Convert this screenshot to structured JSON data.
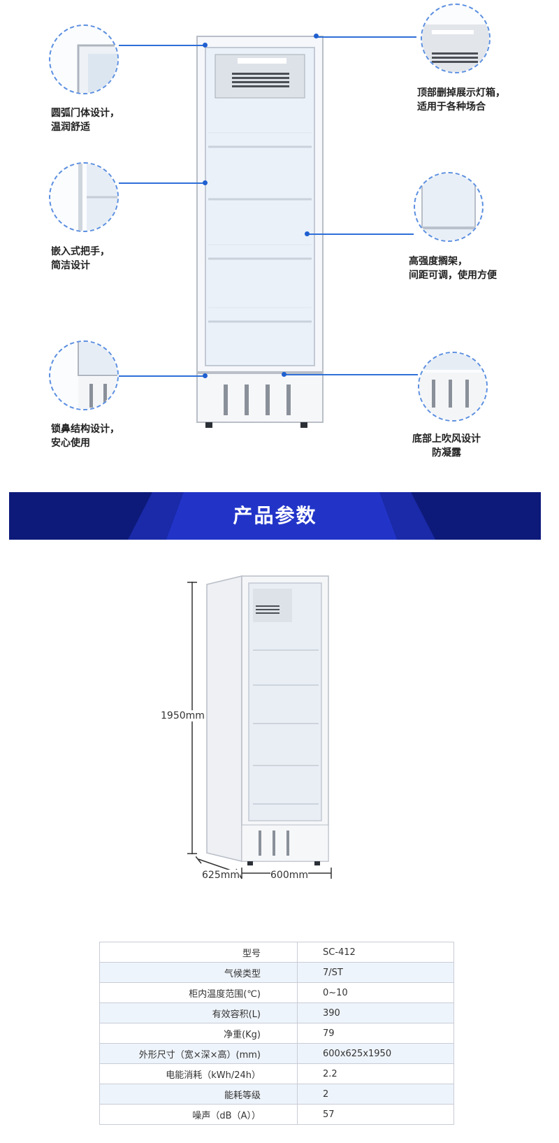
{
  "features": [
    {
      "id": "door",
      "text": [
        "圆弧门体设计，",
        "温润舒适"
      ]
    },
    {
      "id": "light",
      "text": [
        "顶部删掉展示灯箱，",
        "适用于各种场合"
      ]
    },
    {
      "id": "handle",
      "text": [
        "嵌入式把手，",
        "简洁设计"
      ]
    },
    {
      "id": "shelf",
      "text": [
        "高强度搁架，",
        "间距可调，使用方便"
      ]
    },
    {
      "id": "lock",
      "text": [
        "锁鼻结构设计，",
        "安心使用"
      ]
    },
    {
      "id": "airflow",
      "text": [
        "底部上吹风设计",
        "防凝露"
      ]
    }
  ],
  "banner": {
    "title": "产品参数"
  },
  "dimensions": {
    "height": "1950mm",
    "depth": "625mm",
    "width": "600mm"
  },
  "specs": {
    "rows": [
      {
        "label": "型号",
        "value": "SC-412"
      },
      {
        "label": "气候类型",
        "value": "7/ST"
      },
      {
        "label": "柜内温度范围(℃)",
        "value": "0~10"
      },
      {
        "label": "有效容积(L)",
        "value": "390"
      },
      {
        "label": "净重(Kg)",
        "value": "79"
      },
      {
        "label": "外形尺寸（宽×深×高）(mm)",
        "value": "600x625x1950"
      },
      {
        "label": "电能消耗（kWh/24h）",
        "value": "2.2"
      },
      {
        "label": "能耗等级",
        "value": "2"
      },
      {
        "label": "噪声（dB（A））",
        "value": "57"
      }
    ]
  },
  "colors": {
    "banner": "#0d1a7a",
    "accent": "#2f6fd8",
    "row_alt": "#eef4fb"
  }
}
